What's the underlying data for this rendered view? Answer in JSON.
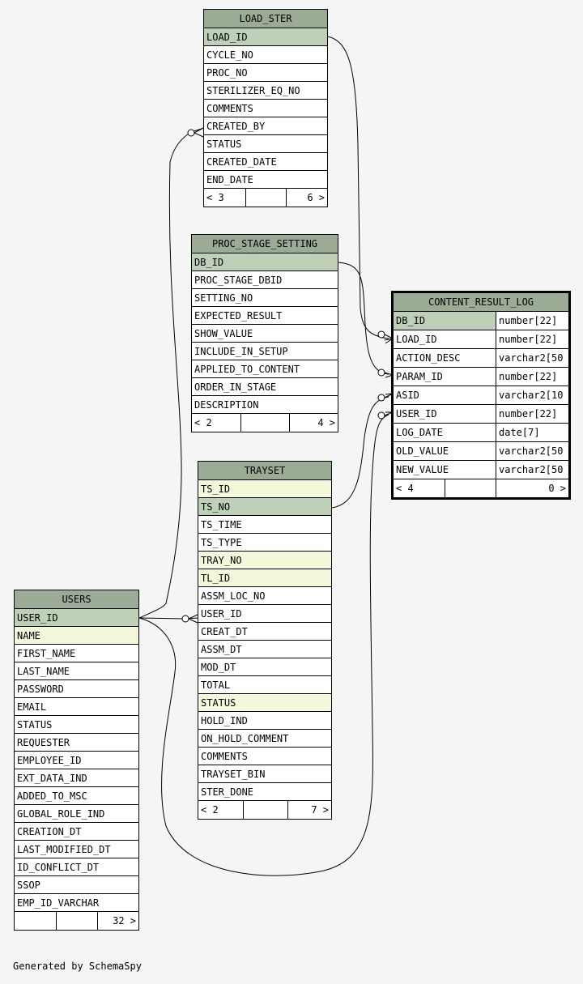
{
  "colors": {
    "background": "#f5f5f5",
    "header": "#9bab96",
    "primary_key": "#bed1b8",
    "indexed": "#f4f7da",
    "plain": "#ffffff"
  },
  "tables": {
    "load_ster": {
      "name": "LOAD_STER",
      "columns": [
        "LOAD_ID",
        "CYCLE_NO",
        "PROC_NO",
        "STERILIZER_EQ_NO",
        "COMMENTS",
        "CREATED_BY",
        "STATUS",
        "CREATED_DATE",
        "END_DATE"
      ],
      "footer": {
        "left": "< 3",
        "right": "6 >"
      }
    },
    "proc_stage_setting": {
      "name": "PROC_STAGE_SETTING",
      "columns": [
        "DB_ID",
        "PROC_STAGE_DBID",
        "SETTING_NO",
        "EXPECTED_RESULT",
        "SHOW_VALUE",
        "INCLUDE_IN_SETUP",
        "APPLIED_TO_CONTENT",
        "ORDER_IN_STAGE",
        "DESCRIPTION"
      ],
      "footer": {
        "left": "< 2",
        "right": "4 >"
      }
    },
    "content_result_log": {
      "name": "CONTENT_RESULT_LOG",
      "columns": [
        {
          "name": "DB_ID",
          "type": "number[22]"
        },
        {
          "name": "LOAD_ID",
          "type": "number[22]"
        },
        {
          "name": "ACTION_DESC",
          "type": "varchar2[50"
        },
        {
          "name": "PARAM_ID",
          "type": "number[22]"
        },
        {
          "name": "ASID",
          "type": "varchar2[10"
        },
        {
          "name": "USER_ID",
          "type": "number[22]"
        },
        {
          "name": "LOG_DATE",
          "type": "date[7]"
        },
        {
          "name": "OLD_VALUE",
          "type": "varchar2[50"
        },
        {
          "name": "NEW_VALUE",
          "type": "varchar2[50"
        }
      ],
      "footer": {
        "left": "< 4",
        "right": "0 >"
      }
    },
    "trayset": {
      "name": "TRAYSET",
      "columns": [
        "TS_ID",
        "TS_NO",
        "TS_TIME",
        "TS_TYPE",
        "TRAY_NO",
        "TL_ID",
        "ASSM_LOC_NO",
        "USER_ID",
        "CREAT_DT",
        "ASSM_DT",
        "MOD_DT",
        "TOTAL",
        "STATUS",
        "HOLD_IND",
        "ON_HOLD_COMMENT",
        "COMMENTS",
        "TRAYSET_BIN",
        "STER_DONE"
      ],
      "footer": {
        "left": "< 2",
        "right": "7 >"
      }
    },
    "users": {
      "name": "USERS",
      "columns": [
        "USER_ID",
        "NAME",
        "FIRST_NAME",
        "LAST_NAME",
        "PASSWORD",
        "EMAIL",
        "STATUS",
        "REQUESTER",
        "EMPLOYEE_ID",
        "EXT_DATA_IND",
        "ADDED_TO_MSC",
        "GLOBAL_ROLE_IND",
        "CREATION_DT",
        "LAST_MODIFIED_DT",
        "ID_CONFLICT_DT",
        "SSOP",
        "EMP_ID_VARCHAR"
      ],
      "footer": {
        "left": "",
        "right": "32 >"
      }
    }
  },
  "footer_note": "Generated by SchemaSpy"
}
